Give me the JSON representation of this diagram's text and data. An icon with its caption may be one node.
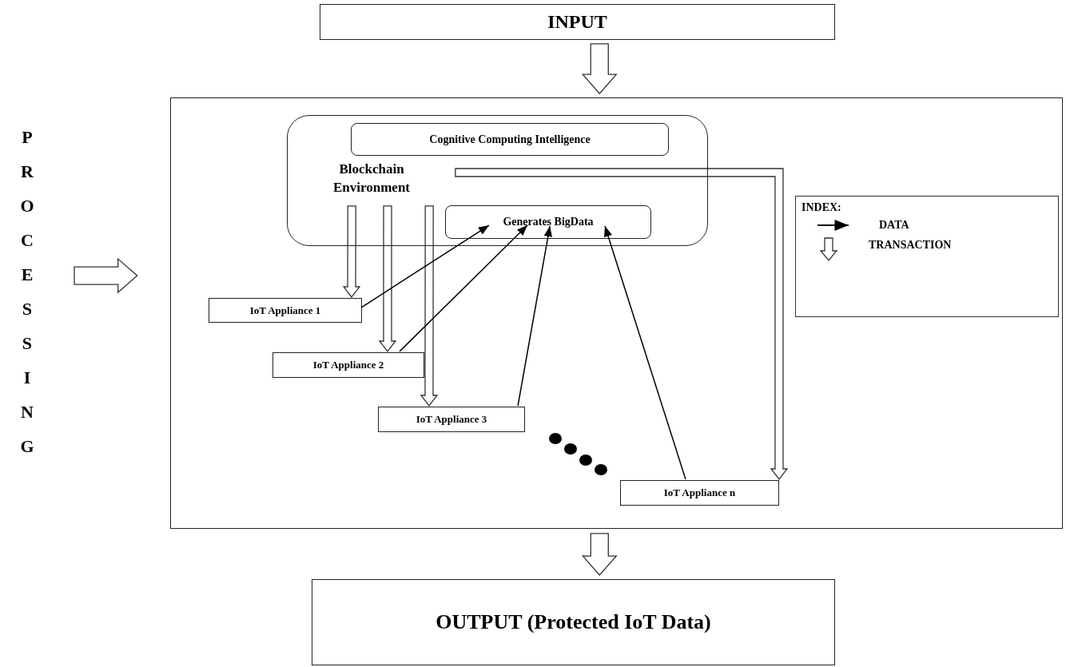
{
  "diagram": {
    "nodes": [
      {
        "text": [
          "INPUT"
        ]
      },
      {
        "text": [
          "PROCESSING"
        ]
      },
      {
        "text": [],
        "shape": "box"
      },
      {
        "text": [
          "Blockchain Environment"
        ],
        "in": 2
      },
      {
        "text": [
          "Cognitive Computing Intelligence"
        ],
        "in": 3
      },
      {
        "text": [
          "Generates BigData"
        ],
        "in": 3
      },
      {
        "text": [
          "IoT Appliance 1"
        ],
        "in": 2
      },
      {
        "text": [
          "IoT Appliance 2"
        ],
        "in": 2
      },
      {
        "text": [
          "IoT Appliance 3"
        ],
        "in": 2
      },
      {
        "text": [
          "IoT Appliance n"
        ],
        "in": 2
      },
      {
        "text": [
          "OUTPUT (Protected IoT Data)"
        ]
      }
    ],
    "edges": [
      {
        "from": 0,
        "to": 2,
        "arrow": "to",
        "style": "thick"
      },
      {
        "from": 1,
        "to": 2,
        "arrow": "to",
        "style": "thick"
      },
      {
        "from": 3,
        "to": 6,
        "arrow": "to",
        "style": "thick"
      },
      {
        "from": 3,
        "to": 7,
        "arrow": "to",
        "style": "thick"
      },
      {
        "from": 3,
        "to": 8,
        "arrow": "to",
        "style": "thick"
      },
      {
        "from": 3,
        "to": 9,
        "arrow": "to",
        "style": "thick"
      },
      {
        "from": 6,
        "to": 5,
        "arrow": "to"
      },
      {
        "from": 7,
        "to": 5,
        "arrow": "to"
      },
      {
        "from": 8,
        "to": 5,
        "arrow": "to"
      },
      {
        "from": 9,
        "to": 5,
        "arrow": "to"
      },
      {
        "from": 2,
        "to": 10,
        "arrow": "to",
        "style": "thick"
      }
    ],
    "labels": [
      "INDEX:"
    ],
    "legend": [
      {
        "text": "DATA"
      },
      {
        "text": "TRANSACTION"
      }
    ]
  }
}
